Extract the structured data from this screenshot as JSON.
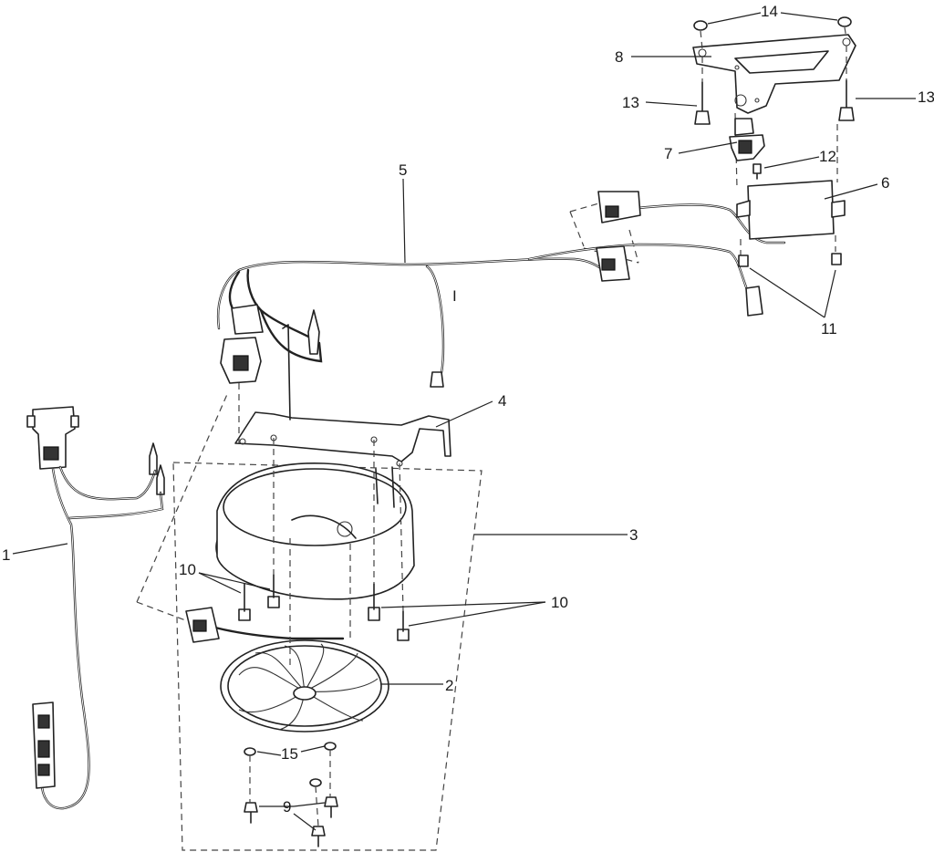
{
  "callouts": {
    "c1": "1",
    "c2": "2",
    "c3": "3",
    "c4": "4",
    "c5": "5",
    "c6": "6",
    "c7": "7",
    "c8": "8",
    "c9": "9",
    "c10a": "10",
    "c10b": "10",
    "c11": "11",
    "c12": "12",
    "c13a": "13",
    "c13b": "13",
    "c14": "14",
    "c15": "15",
    "wire_tag": "I"
  }
}
